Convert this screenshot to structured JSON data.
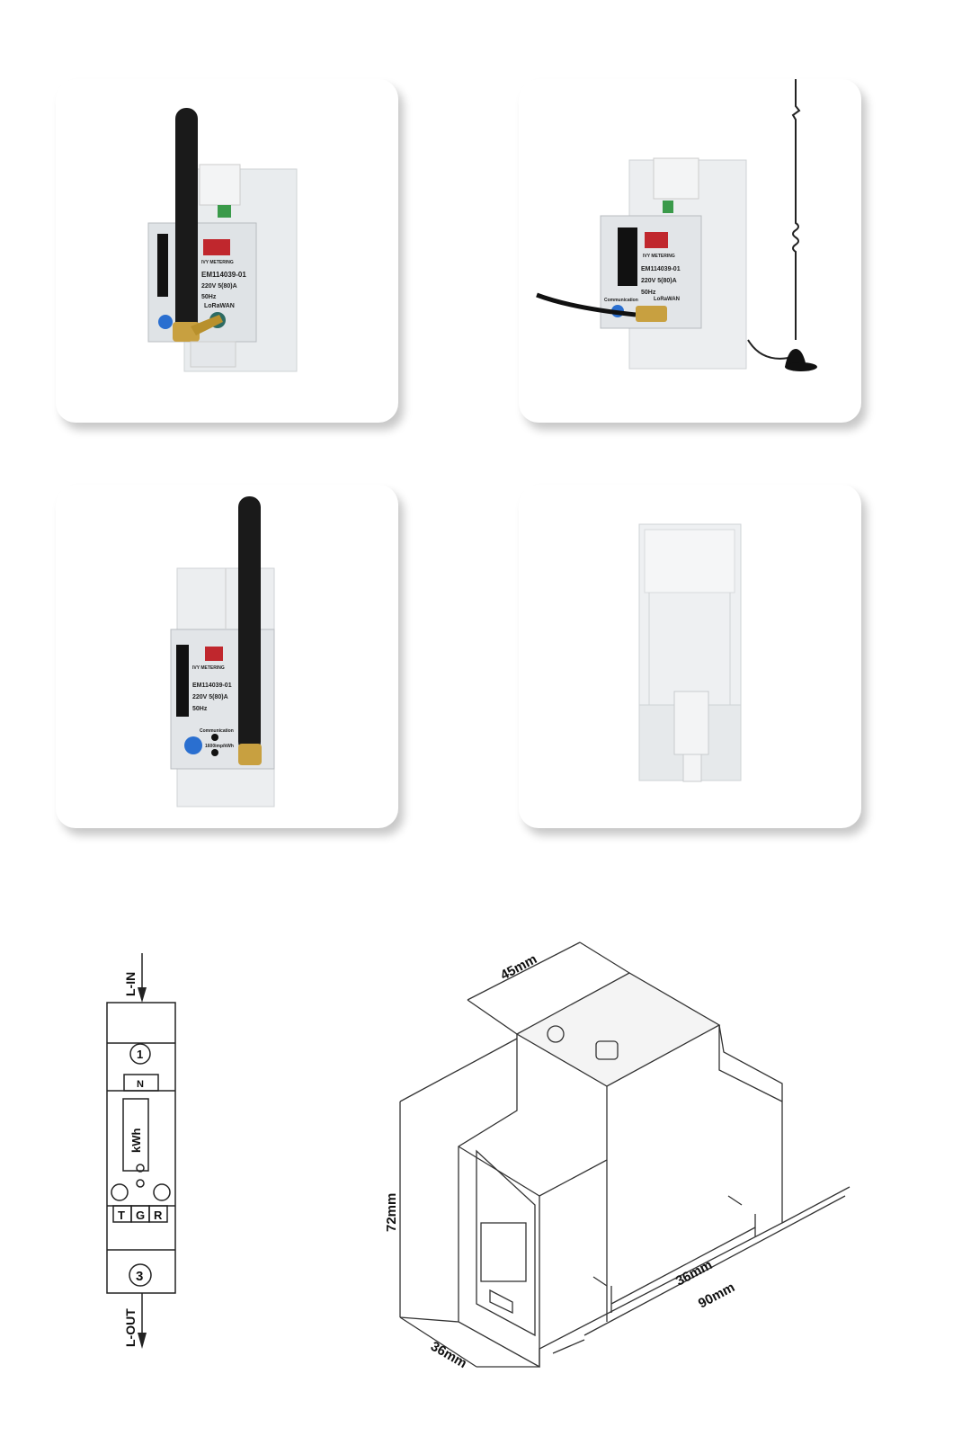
{
  "product_label": {
    "brand": "IVY METERING",
    "model": "EM114039-01",
    "rating": "220V 5(80)A",
    "frequency": "50Hz",
    "protocol": "LoRaWAN",
    "communication": "Communication",
    "pulse": "1600imp/kWh"
  },
  "wiring_diagram": {
    "input": "L-IN",
    "terminal_in": "1",
    "neutral": "N",
    "display": "kWh",
    "buttons": [
      "T",
      "G",
      "R"
    ],
    "terminal_out": "3",
    "output": "L-OUT"
  },
  "dimensions": {
    "width": "45mm",
    "height": "72mm",
    "depth_front": "36mm",
    "rail": "36mm",
    "length": "90mm"
  },
  "colors": {
    "antenna": "#1a1a1a",
    "body": "#e9ecee",
    "brand_red": "#c0272d",
    "button_blue": "#2a6fd0",
    "connector_gold": "#c8a040"
  }
}
